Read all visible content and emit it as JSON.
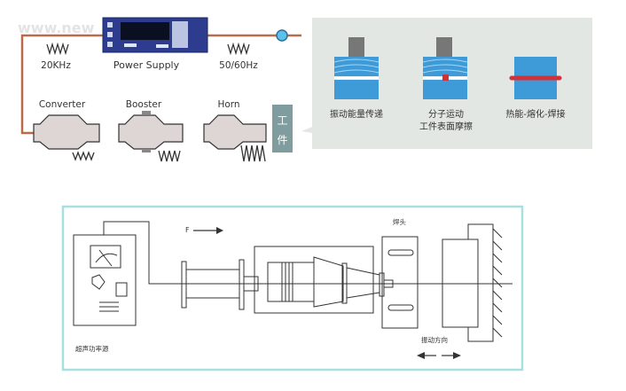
{
  "top": {
    "watermark": "www.new",
    "power_supply": "Power Supply",
    "freq_out": "20KHz",
    "freq_in": "50/60Hz",
    "converter": "Converter",
    "booster": "Booster",
    "horn": "Horn",
    "workpiece": [
      "工",
      "件"
    ],
    "stages": [
      {
        "line1": "振动能量传递",
        "line2": ""
      },
      {
        "line1": "分子运动",
        "line2": "工件表面摩擦"
      },
      {
        "line1": "热能-熔化-焊接",
        "line2": ""
      }
    ]
  },
  "bottom": {
    "force_label": "F",
    "horn_label": "焊头",
    "generator_label": "超声功率源",
    "direction_label": "振动方向"
  },
  "colors": {
    "cable": "#b86a4a",
    "panel": "#e3e7e3",
    "blue": "#3f9ad8",
    "red": "#d0323c",
    "frame": "#a8e0e0"
  }
}
